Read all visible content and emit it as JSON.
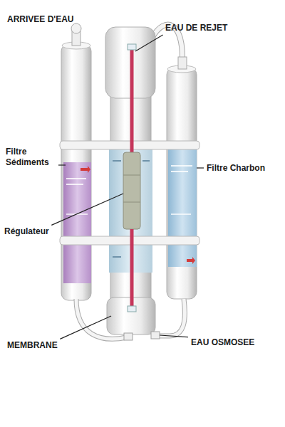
{
  "diagram": {
    "labels": [
      "ARRIVEE D'EAU",
      "EAU DE REJET",
      "Filtre Sédiments",
      "Filtre Charbon",
      "Régulateur",
      "MEMBRANE",
      "EAU OSMOSEE"
    ]
  }
}
